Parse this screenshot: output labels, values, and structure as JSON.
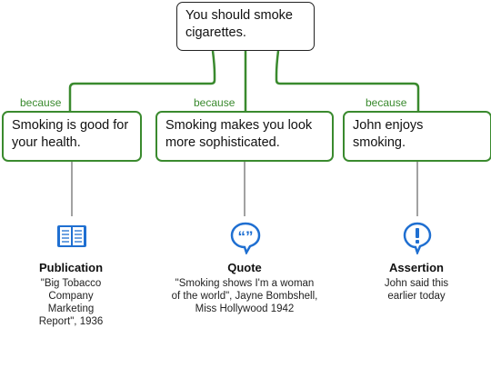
{
  "claim": {
    "text": "You should smoke\ncigarettes."
  },
  "reasons": [
    {
      "connector": "because",
      "text": "Smoking is good for\nyour health.",
      "source": {
        "type": "Publication",
        "icon": "book-icon",
        "text": "\"Big Tobacco\nCompany\nMarketing\nReport\", 1936"
      }
    },
    {
      "connector": "because",
      "text": "Smoking makes you look\nmore sophisticated.",
      "source": {
        "type": "Quote",
        "icon": "quote-icon",
        "text": "\"Smoking shows I'm a woman\nof the world\", Jayne Bombshell,\nMiss Hollywood 1942"
      }
    },
    {
      "connector": "because",
      "text": "John enjoys\nsmoking.",
      "source": {
        "type": "Assertion",
        "icon": "exclamation-icon",
        "text": "John said this\nearlier today"
      }
    }
  ],
  "colors": {
    "support": "#3a8a2e",
    "evidence_line": "#444444",
    "icon_blue": "#1f6fd1"
  }
}
